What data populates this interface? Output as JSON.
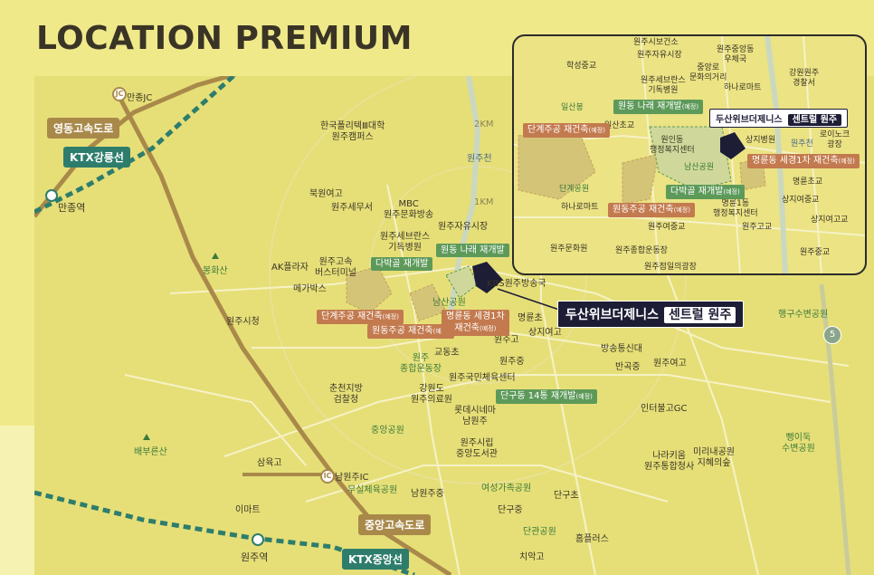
{
  "title": "LOCATION PREMIUM",
  "colors": {
    "bg": "#efe98a",
    "map": "#e6df78",
    "road_brown": "#a9894a",
    "rail_teal": "#2e7d6c",
    "tag_green": "#5d9a5a",
    "tag_orange": "#c37a4f",
    "site_dark": "#1d1d36"
  },
  "site": {
    "name": "두산위브더제니스",
    "sub": "센트럴 원주"
  },
  "roads": {
    "yd_expressway": "영동고속도로",
    "ktx_gangneung": "KTX강릉선",
    "jungang_expressway": "중앙고속도로",
    "ktx_jungang": "KTX중앙선",
    "manjong_jc": "만종JC",
    "namwonju_ic": "남원주IC",
    "route5": "5"
  },
  "map_labels": {
    "manjong_station": "만종역",
    "wonju_station": "원주역",
    "polytech": "한국폴리텍Ⅲ대학\n원주캠퍼스",
    "bukwon_girls": "북원여고",
    "wonju_tax": "원주세무서",
    "mbc": "MBC\n원주문화방송",
    "freedom_market": "원주자유시장",
    "severance_hosp": "원주세브란스\n기독병원",
    "ak_plaza": "AK플라자",
    "bus_terminal": "원주고속\n버스터미널",
    "megabox": "메가박스",
    "bonghwasan": "봉화산",
    "city_hall": "원주시청",
    "kbs": "KBS원주방송국",
    "namsan_park": "남산공원",
    "myeongryun_elem": "명륜초",
    "sangji_girls": "상지여고",
    "wonju_high": "원주고",
    "gyodong_elem": "교동초",
    "wonju_middle": "원주중",
    "sports_complex": "원주\n종합운동장",
    "gym_center": "원주국민체육센터",
    "court": "춘천지방\n검찰청",
    "gangwon_med": "강원도\n원주의료원",
    "lotte_cinema": "롯데시네마\n남원주",
    "jungang_park": "중앙공원",
    "library": "원주시립\n중앙도서관",
    "baebureunsan": "배부른산",
    "samyuk_high": "삼육고",
    "emart": "이마트",
    "musil_park": "무실체육공원",
    "namwon_middle": "남원주중",
    "yeoseong_park": "여성가족공원",
    "dangu_middle": "단구중",
    "dangu_elem": "단구초",
    "danwon_park": "단관공원",
    "chiak_high": "치악고",
    "homeplus": "홈플러스",
    "bangsong_univ": "방송통신대",
    "bangok_middle": "반곡중",
    "wonju_girls_high": "원주여고",
    "innovation_ic": "인터불고GC",
    "narakium": "나라키움\n원주통합청사",
    "mirinae_park": "미리내공원\n지혜의숲",
    "haenggu_park": "행구수변공원",
    "ppeongddu_park": "뻥이둑\n수변공원",
    "dist_2km": "2KM",
    "dist_1km": "1KM",
    "wonjucheon": "원주천"
  },
  "map_tags": {
    "dakbakgol": "다박골 재개발",
    "wondong_narae": "원동 나래 재개발",
    "dangye": "단계주공 재건축",
    "wondong_jugong": "원동주공 재건축",
    "myeongnyun": "명륜동 세경1차\n재건축",
    "dangu_14": "단구동 14통 재개발",
    "suffix": "(예정)"
  },
  "inset": {
    "labels": {
      "health_center": "원주시보건소",
      "city_market": "원주자유시장",
      "central_police": "원주중앙동\n우체국",
      "hakseong_middle": "학성중교",
      "severance": "원주세브란스\n기독병원",
      "jungang_walk": "중앙로\n문화의거리",
      "hanaromart": "하나로마트",
      "gangwon_police": "강원원주\n경찰서",
      "ilsanbong": "일산봉",
      "ilsan_elem": "일산초교",
      "wonin_welfare": "원인동\n행정복지센터",
      "namsan_park": "남산공원",
      "sangji_hosp": "상지병원",
      "wonjucheon": "원주천",
      "rotary": "로이노크\n광장",
      "dangye_park": "단계공원",
      "hanaromart2": "하나로마트",
      "wonju_girls_middle": "원주여중교",
      "myeongryun_welfare": "명륜1동\n행정복지센터",
      "myeongryun_elem": "명륜초교",
      "sangji_girls_middle": "상지여중교",
      "wonju_high": "원주고교",
      "sangji_girls_high": "상지여고교",
      "culture_center": "원주문화원",
      "sports_stadium": "원주종합운동장",
      "wonju_middle": "원주중교",
      "wonju_jeomsu": "원주점일의광장"
    },
    "tags": {
      "wondong_narae": "원동 나래 재개발",
      "dangye": "단계주공 재건축",
      "dakbakgol": "다박골 재개발",
      "wondong_jugong": "원동주공 재건축",
      "myeongnyun": "명륜동 세경1차 재건축",
      "suffix": "(예정)"
    }
  }
}
